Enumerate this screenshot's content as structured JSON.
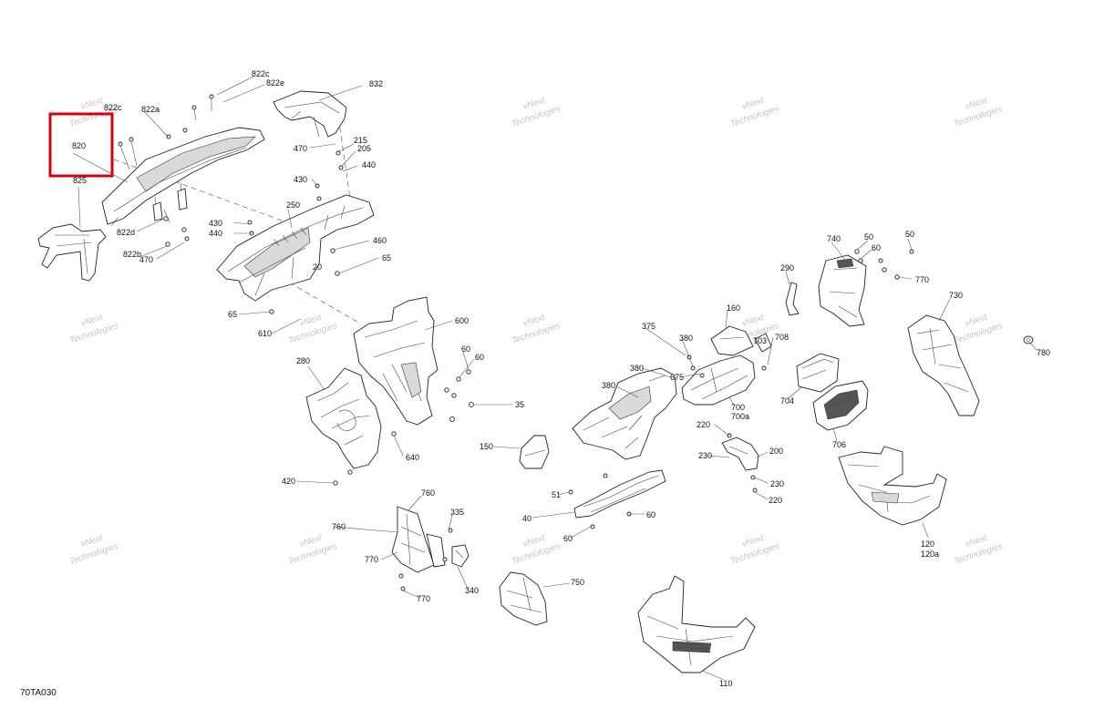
{
  "figure": {
    "code": "70TA030",
    "highlighted_callout": "820"
  },
  "watermark": {
    "line1": "vNext",
    "line2": "Technologies"
  },
  "colors": {
    "highlight": "#d9000d",
    "line": "#222222",
    "watermark": "#c4c4c4"
  },
  "callouts": {
    "c832": "832",
    "c822c": "822c",
    "c822e": "822e",
    "c822c_b": "822c",
    "c822a": "822a",
    "c820": "820",
    "c825": "825",
    "c822d": "822d",
    "c822b": "822b",
    "c470a": "470",
    "c470b": "470",
    "c215": "215",
    "c205": "205",
    "c440a": "440",
    "c430a": "430",
    "c250": "250",
    "c430b": "430",
    "c440b": "440",
    "c460": "460",
    "c65a": "65",
    "c20": "20",
    "c65b": "65",
    "c610": "610",
    "c600": "600",
    "c60a": "60",
    "c60b": "60",
    "c280": "280",
    "c35": "35",
    "c640": "640",
    "c420": "420",
    "c760a": "760",
    "c760b": "760",
    "c335": "335",
    "c770a": "770",
    "c340": "340",
    "c770b": "770",
    "c750": "750",
    "c110": "110",
    "c150": "150",
    "c51": "51",
    "c40": "40",
    "c60c": "60",
    "c60d": "60",
    "c375": "375",
    "c380a": "380",
    "c380b": "380",
    "c380c": "380",
    "c675": "675",
    "c160": "160",
    "c703": "703",
    "c708": "708",
    "c700": "700",
    "c700a": "700a",
    "c220a": "220",
    "c230a": "230",
    "c200": "200",
    "c230b": "230",
    "c220b": "220",
    "c290": "290",
    "c740": "740",
    "c50a": "50",
    "c60e": "60",
    "c50b": "50",
    "c770c": "770",
    "c730": "730",
    "c780": "780",
    "c704": "704",
    "c706": "706",
    "c120": "120",
    "c120a": "120a"
  }
}
